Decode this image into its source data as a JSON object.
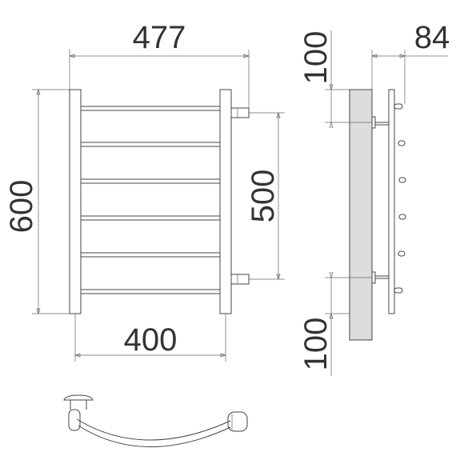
{
  "dimensions": {
    "overall_width": "477",
    "overall_height": "600",
    "axis_spacing": "500",
    "inner_width": "400",
    "wall_offset": "84",
    "top_offset": "100",
    "bottom_offset": "100"
  },
  "colors": {
    "line": "#444444",
    "wall_fill": "#dddddd"
  }
}
